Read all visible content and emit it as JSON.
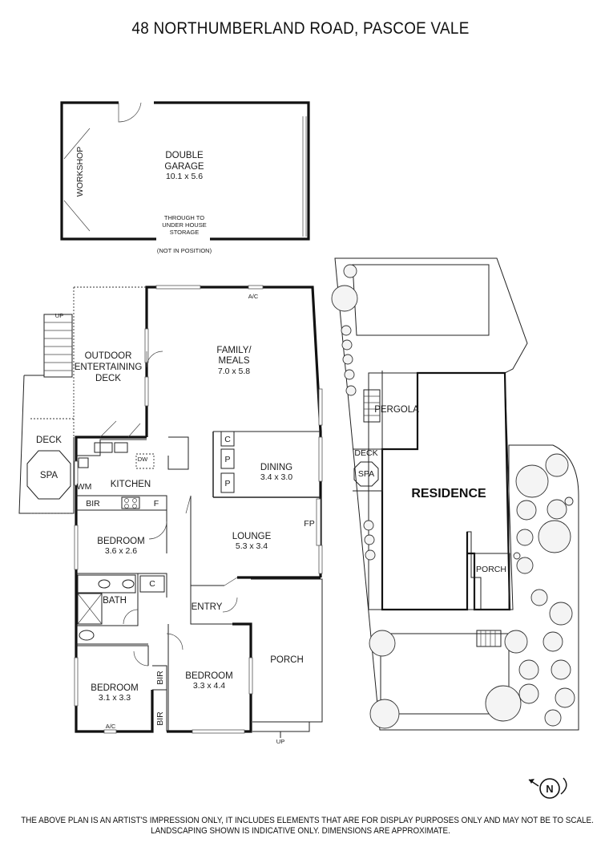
{
  "title": "48 NORTHUMBERLAND ROAD, PASCOE VALE",
  "garage": {
    "workshop": "WORKSHOP",
    "name_line1": "DOUBLE",
    "name_line2": "GARAGE",
    "dims": "10.1 x 5.6",
    "note_line1": "THROUGH TO",
    "note_line2": "UNDER HOUSE",
    "note_line3": "STORAGE",
    "not_in_position": "(NOT IN POSITION)"
  },
  "rooms": {
    "family_line1": "FAMILY/",
    "family_line2": "MEALS",
    "family_dims": "7.0 x 5.8",
    "ac_top": "A/C",
    "outdoor_line1": "OUTDOOR",
    "outdoor_line2": "ENTERTAINING",
    "outdoor_line3": "DECK",
    "up_deck": "UP",
    "deck": "DECK",
    "spa": "SPA",
    "dw": "DW",
    "wm": "WM",
    "kitchen": "KITCHEN",
    "bir_kitchen": "BIR",
    "fridge": "F",
    "cupboard_c1": "C",
    "pantry_p1": "P",
    "pantry_p2": "P",
    "dining": "DINING",
    "dining_dims": "3.4 x 3.0",
    "lounge": "LOUNGE",
    "lounge_dims": "5.3 x 3.4",
    "fp": "FP",
    "bedroom_mid": "BEDROOM",
    "bedroom_mid_dims": "3.6 x 2.6",
    "cupboard_c2": "C",
    "bath": "BATH",
    "entry": "ENTRY",
    "porch_main": "PORCH",
    "up_porch": "UP",
    "bedroom_left": "BEDROOM",
    "bedroom_left_dims": "3.1 x 3.3",
    "bedroom_right": "BEDROOM",
    "bedroom_right_dims": "3.3 x 4.4",
    "bir_upper": "BIR",
    "bir_lower": "BIR",
    "ac_bottom": "A/C"
  },
  "site": {
    "pergola": "PERGOLA",
    "deck": "DECK",
    "spa": "SPA",
    "residence": "RESIDENCE",
    "porch": "PORCH",
    "north": "N"
  },
  "disclaimer": {
    "line1": "THE ABOVE PLAN IS AN ARTIST'S IMPRESSION ONLY, IT INCLUDES ELEMENTS THAT ARE FOR DISPLAY PURPOSES ONLY AND MAY NOT BE TO SCALE.",
    "line2": "LANDSCAPING SHOWN IS INDICATIVE ONLY. DIMENSIONS ARE APPROXIMATE."
  }
}
